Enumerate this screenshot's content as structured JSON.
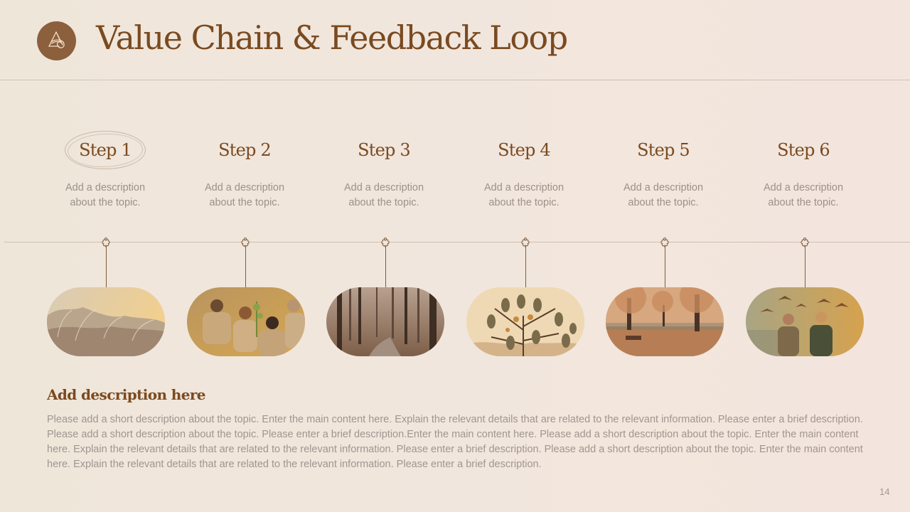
{
  "header": {
    "logo_icon": "monogram-a-logo",
    "title": "Value Chain & Feedback Loop"
  },
  "steps": [
    {
      "label": "Step 1",
      "description_line1": "Add a description",
      "description_line2": "about the topic.",
      "highlighted": true,
      "image": "pampas-grass-sunset"
    },
    {
      "label": "Step 2",
      "description_line1": "Add a description",
      "description_line2": "about the topic.",
      "highlighted": false,
      "image": "volunteers-planting-tree"
    },
    {
      "label": "Step 3",
      "description_line1": "Add a description",
      "description_line2": "about the topic.",
      "highlighted": false,
      "image": "misty-autumn-forest-stream"
    },
    {
      "label": "Step 4",
      "description_line1": "Add a description",
      "description_line2": "about the topic.",
      "highlighted": false,
      "image": "birds-on-branches"
    },
    {
      "label": "Step 5",
      "description_line1": "Add a description",
      "description_line2": "about the topic.",
      "highlighted": false,
      "image": "autumn-park-bench"
    },
    {
      "label": "Step 6",
      "description_line1": "Add a description",
      "description_line2": "about the topic.",
      "highlighted": false,
      "image": "hikers-with-geese"
    }
  ],
  "timeline": {
    "node_icon": "flower-node-icon"
  },
  "description": {
    "heading": "Add description here",
    "body": "Please add a short description about the topic. Enter the main content here. Explain the relevant details that are related to the relevant information. Please enter a brief description. Please add a short description about the topic. Please enter a brief description.Enter the main content here. Please add a short description about the topic. Enter the main content here. Explain the relevant details that are related to the relevant information. Please enter a brief description. Please add a short description about the topic. Enter the main content here. Explain the relevant details that are related to the relevant information. Please enter a brief description."
  },
  "page_number": "14",
  "colors": {
    "accent_brown": "#7A4A20",
    "logo_bg": "#8C5F3D",
    "muted_text": "#9D9089",
    "rule": "#CFC3B6"
  }
}
